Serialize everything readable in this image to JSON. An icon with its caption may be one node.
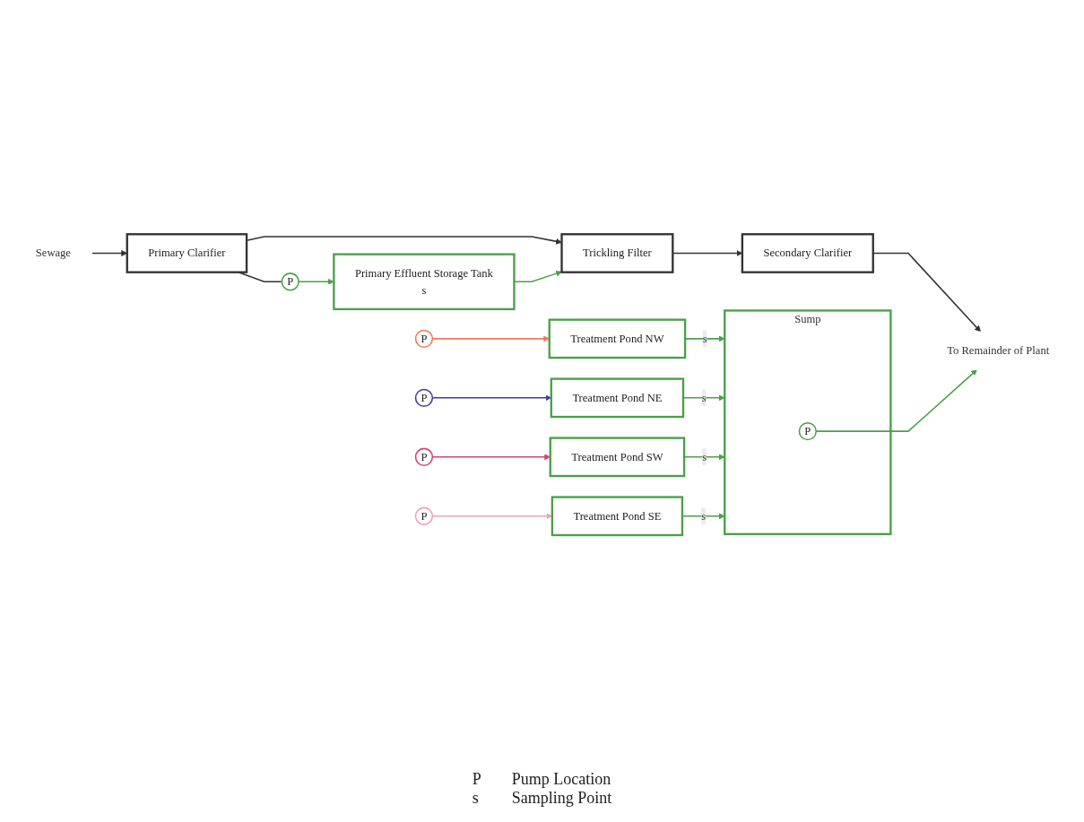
{
  "diagram": {
    "nodes": [
      {
        "text": [
          "Sewage"
        ]
      },
      {
        "text": [
          "Primary Clarifier"
        ]
      },
      {
        "text": [
          "P"
        ]
      },
      {
        "text": [
          "Trickling Filter"
        ]
      },
      {
        "text": [
          "Secondary Clarifier"
        ]
      },
      {
        "text": [
          "To Remainder of Plant"
        ]
      },
      {
        "text": [
          "Primary Effluent Storage Tank",
          "s"
        ]
      },
      {
        "text": [
          "P"
        ]
      },
      {
        "text": [
          "P"
        ]
      },
      {
        "text": [
          "P"
        ]
      },
      {
        "text": [
          "P"
        ]
      },
      {
        "text": [
          "Treatment Pond NW"
        ]
      },
      {
        "text": [
          "Treatment Pond NE"
        ]
      },
      {
        "text": [
          "Treatment Pond SW"
        ]
      },
      {
        "text": [
          "Treatment Pond SE"
        ]
      },
      {
        "text": [
          "Sump"
        ]
      },
      {
        "text": [
          "P"
        ],
        "in": 15
      }
    ],
    "edges": [
      {
        "from": 0,
        "to": 1,
        "arrow": "to",
        "color": "#333333"
      },
      {
        "from": 1,
        "to": 3,
        "arrow": "to",
        "color": "#333333"
      },
      {
        "from": 1,
        "to": 2,
        "arrow": "none",
        "color": "#333333"
      },
      {
        "from": 2,
        "to": 6,
        "arrow": "to"
      },
      {
        "from": 6,
        "to": 3,
        "arrow": "to"
      },
      {
        "from": 3,
        "to": 4,
        "arrow": "to",
        "color": "#333333"
      },
      {
        "from": 4,
        "to": 5,
        "arrow": "to",
        "color": "#333333"
      },
      {
        "from": 7,
        "to": 11,
        "arrow": "to",
        "color": "#f07a5a"
      },
      {
        "from": 8,
        "to": 12,
        "arrow": "to",
        "color": "#4a3a9a"
      },
      {
        "from": 9,
        "to": 13,
        "arrow": "to",
        "color": "#d8407a"
      },
      {
        "from": 10,
        "to": 14,
        "arrow": "to",
        "color": "#eea0c0"
      },
      {
        "from": 11,
        "to": 15,
        "label": "s",
        "arrow": "to"
      },
      {
        "from": 12,
        "to": 15,
        "label": "s",
        "arrow": "to"
      },
      {
        "from": 13,
        "to": 15,
        "label": "s",
        "arrow": "to"
      },
      {
        "from": 14,
        "to": 15,
        "label": "s",
        "arrow": "to"
      },
      {
        "from": 16,
        "to": 5,
        "arrow": "to"
      }
    ],
    "labels": [
      "P",
      "Pump Location",
      "s",
      "Sampling Point"
    ]
  }
}
